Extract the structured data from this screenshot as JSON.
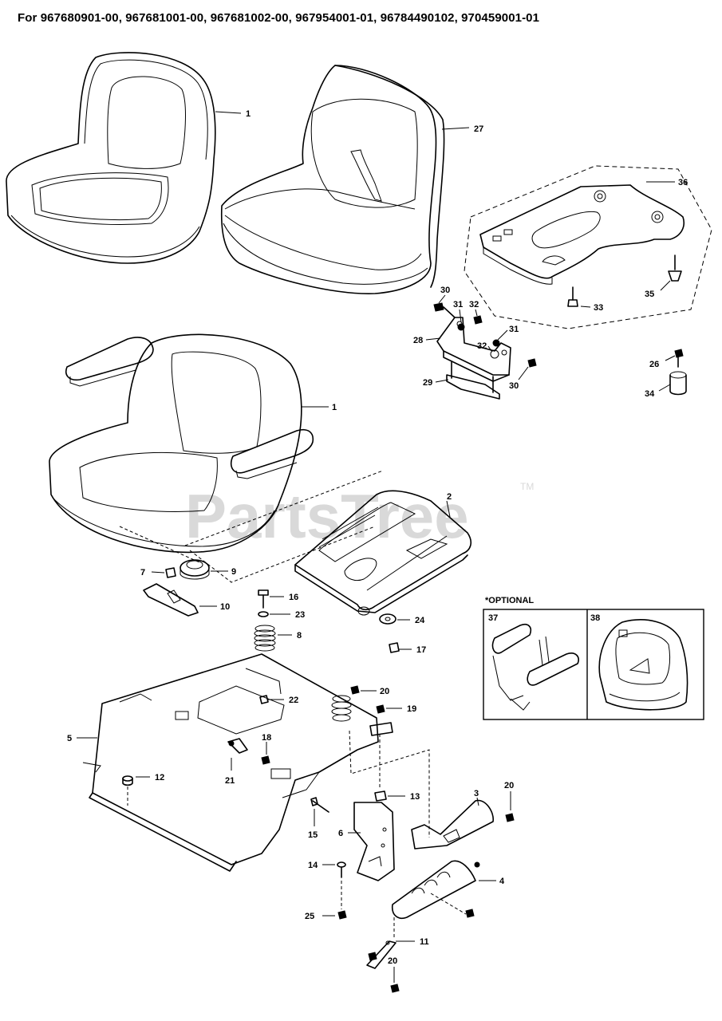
{
  "title": "For 967680901-00, 967681001-00, 967681002-00, 967954001-01, 96784490102, 970459001-01",
  "watermark": {
    "text": "PartsTree",
    "trademark": "TM"
  },
  "optional_label": "*OPTIONAL",
  "callouts": {
    "c1a": "1",
    "c27": "27",
    "c36": "36",
    "c30a": "30",
    "c31a": "31",
    "c32a": "32",
    "c28": "28",
    "c31b": "31",
    "c32b": "32",
    "c29": "29",
    "c30b": "30",
    "c33": "33",
    "c35": "35",
    "c26": "26",
    "c34": "34",
    "c1b": "1",
    "c2": "2",
    "c7": "7",
    "c9": "9",
    "c16": "16",
    "c10": "10",
    "c23": "23",
    "c24": "24",
    "c8": "8",
    "c17": "17",
    "c20a": "20",
    "c22": "22",
    "c19": "19",
    "c5": "5",
    "c18": "18",
    "c12": "12",
    "c21": "21",
    "c13": "13",
    "c3": "3",
    "c20b": "20",
    "c15": "15",
    "c6": "6",
    "c14": "14",
    "c4": "4",
    "c25": "25",
    "c11": "11",
    "c20c": "20",
    "c37": "37",
    "c38": "38"
  }
}
